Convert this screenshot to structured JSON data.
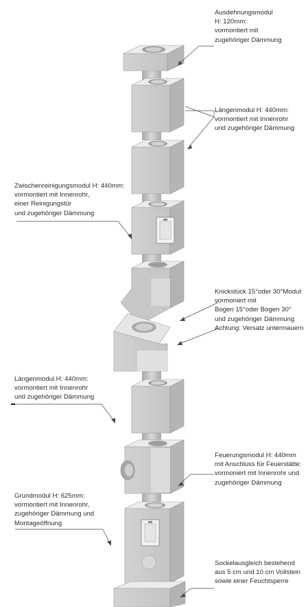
{
  "labels": {
    "ausdehnungsmodul": "Ausdehnungsmodul\nH: 120mm:\nvormontiert mit\nzugehöriger Dämmung",
    "laengenmodul_oben": "Längenmodul H: 440mm:\nvormontiert mit Innenrohr\nund zugehöriger Dämmung",
    "zwischenreinigungsmodul": "Zwischenreinigungsmodul H: 440mm:\nvormontiert mit Innenrohr,\neiner Reinigungstür\nund zugehöriger Dämmung",
    "knickstueck": "Knickstück 15°oder 30°Modul:\nvormoniert mit\nBogen 15°oder Bogen 30°\nund zugehöriger Dämmung\nAchtung: Versatz untermauern",
    "laengenmodul_unten": "Längenmodul H: 440mm:\nvormontiert mit Innenrohr\nund zugehöriger Dämmung",
    "feuerungsmodul": "Feuerungsmodul H: 440mm\nmit Anschluss für Feuerstätte:\nvormoniert mit Innenrohr und\nzugehöriger Dämmung",
    "grundmodul": "Grundmodul H: 625mm:\nvormontiert mit Innenrohr,\nzugehöriger Dämmung und\nMontageöffnung",
    "sockelausgleich": "Sockelausgleich bestehend\naus 5 cm und 10 cm Vollstein\nsowie einer Feuchtsperre"
  },
  "colors": {
    "face_light": "#dedede",
    "face_mid": "#c9c9c9",
    "face_dark": "#b3b3b3",
    "top": "#ececec",
    "pipe": "#bdbdbd",
    "text": "#2b2b2b"
  }
}
